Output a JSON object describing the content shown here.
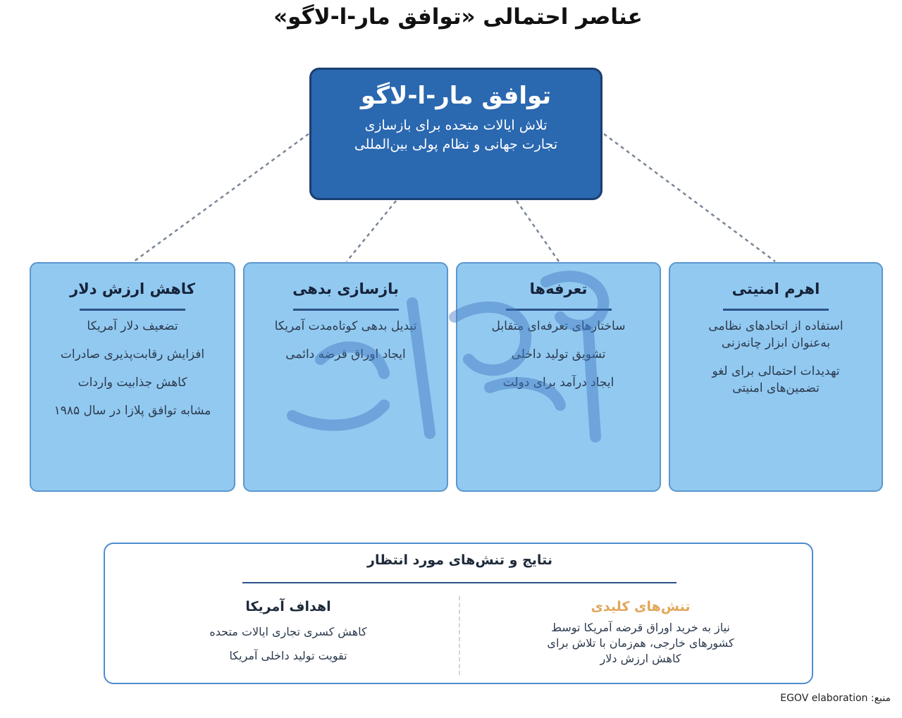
{
  "title": "عناصر احتمالی «توافق مار-ا-لاگو»",
  "central": {
    "title": "توافق مار-ا-لاگو",
    "description": "تلاش ایالات متحده برای بازسازی تجارت جهانی و نظام پولی بین‌المللی",
    "fill_color": "#2a68b0"
  },
  "pillars": [
    {
      "title": "اهرم امنیتی",
      "items": [
        "استفاده از اتحادهای نظامی به‌عنوان ابزار چانه‌زنی",
        "تهدیدات احتمالی برای لغو تضمین‌های امنیتی"
      ]
    },
    {
      "title": "تعرفه‌ها",
      "items": [
        "ساختارهای تعرفه‌ای متقابل",
        "تشویق تولید داخلی",
        "ایجاد درآمد برای دولت"
      ]
    },
    {
      "title": "بازسازی بدهی",
      "items": [
        "تبدیل بدهی کوتاه‌مدت آمریکا",
        "ایجاد اوراق قرضه دائمی"
      ]
    },
    {
      "title": "کاهش ارزش دلار",
      "items": [
        "تضعیف دلار آمریکا",
        "افزایش رقابت‌پذیری صادرات",
        "کاهش جذابیت واردات",
        "مشابه توافق پلازا در سال ۱۹۸۵"
      ]
    }
  ],
  "outcomes": {
    "title": "نتایج و تنش‌های مورد انتظار",
    "tensions": {
      "title": "تنش‌های کلیدی",
      "text": "نیاز به خرید اوراق قرضه آمریکا توسط کشورهای خارجی، هم‌زمان با تلاش برای کاهش ارزش دلار",
      "color": "#e0a85a"
    },
    "goals": {
      "title": "اهداف آمریکا",
      "items": [
        "کاهش کسری تجاری ایالات متحده",
        "تقویت تولید داخلی آمریکا"
      ]
    }
  },
  "source": "منبع: EGOV elaboration"
}
